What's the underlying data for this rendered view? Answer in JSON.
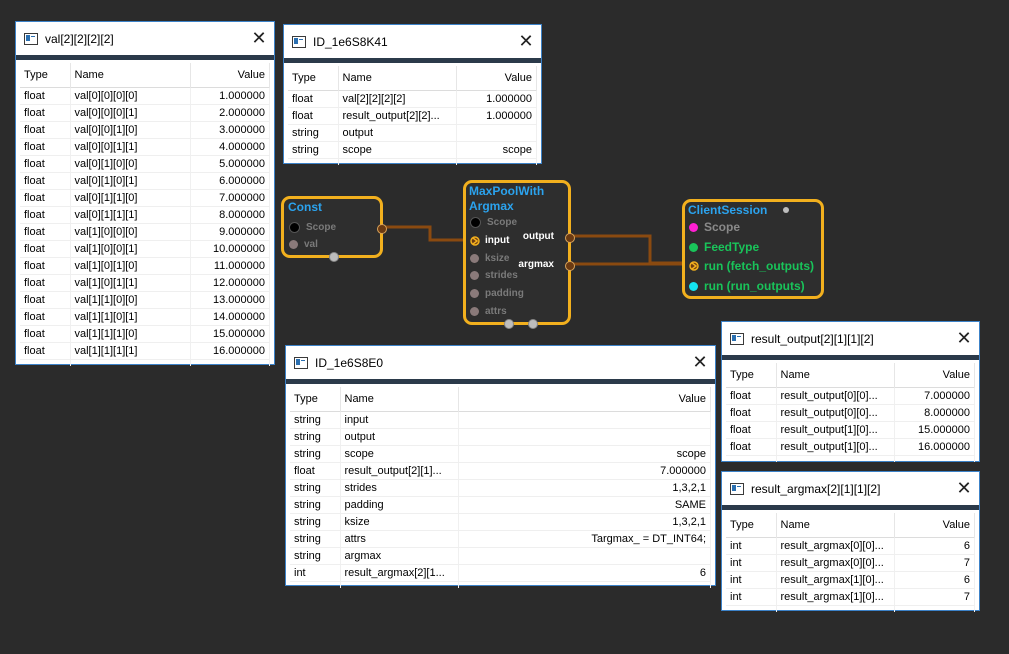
{
  "windows": {
    "val": {
      "title": "val[2][2][2][2]",
      "headers": [
        "Type",
        "Name",
        "Value"
      ],
      "rows": [
        [
          "float",
          "val[0][0][0][0]",
          "1.000000"
        ],
        [
          "float",
          "val[0][0][0][1]",
          "2.000000"
        ],
        [
          "float",
          "val[0][0][1][0]",
          "3.000000"
        ],
        [
          "float",
          "val[0][0][1][1]",
          "4.000000"
        ],
        [
          "float",
          "val[0][1][0][0]",
          "5.000000"
        ],
        [
          "float",
          "val[0][1][0][1]",
          "6.000000"
        ],
        [
          "float",
          "val[0][1][1][0]",
          "7.000000"
        ],
        [
          "float",
          "val[0][1][1][1]",
          "8.000000"
        ],
        [
          "float",
          "val[1][0][0][0]",
          "9.000000"
        ],
        [
          "float",
          "val[1][0][0][1]",
          "10.000000"
        ],
        [
          "float",
          "val[1][0][1][0]",
          "11.000000"
        ],
        [
          "float",
          "val[1][0][1][1]",
          "12.000000"
        ],
        [
          "float",
          "val[1][1][0][0]",
          "13.000000"
        ],
        [
          "float",
          "val[1][1][0][1]",
          "14.000000"
        ],
        [
          "float",
          "val[1][1][1][0]",
          "15.000000"
        ],
        [
          "float",
          "val[1][1][1][1]",
          "16.000000"
        ]
      ]
    },
    "const_id": {
      "title": "ID_1e6S8K41",
      "headers": [
        "Type",
        "Name",
        "Value"
      ],
      "rows": [
        [
          "float",
          "val[2][2][2][2]",
          "1.000000"
        ],
        [
          "float",
          "result_output[2][2]...",
          "1.000000"
        ],
        [
          "string",
          "output",
          ""
        ],
        [
          "string",
          "scope",
          "scope"
        ]
      ]
    },
    "maxpool_id": {
      "title": "ID_1e6S8E0",
      "headers": [
        "Type",
        "Name",
        "Value"
      ],
      "rows": [
        [
          "string",
          "input",
          ""
        ],
        [
          "string",
          "output",
          ""
        ],
        [
          "string",
          "scope",
          "scope"
        ],
        [
          "float",
          "result_output[2][1]...",
          "7.000000"
        ],
        [
          "string",
          "strides",
          "1,3,2,1"
        ],
        [
          "string",
          "padding",
          "SAME"
        ],
        [
          "string",
          "ksize",
          "1,3,2,1"
        ],
        [
          "string",
          "attrs",
          "Targmax_ = DT_INT64;"
        ],
        [
          "string",
          "argmax",
          ""
        ],
        [
          "int",
          "result_argmax[2][1...",
          "6"
        ]
      ]
    },
    "result_output": {
      "title": "result_output[2][1][1][2]",
      "headers": [
        "Type",
        "Name",
        "Value"
      ],
      "rows": [
        [
          "float",
          "result_output[0][0]...",
          "7.000000"
        ],
        [
          "float",
          "result_output[0][0]...",
          "8.000000"
        ],
        [
          "float",
          "result_output[1][0]...",
          "15.000000"
        ],
        [
          "float",
          "result_output[1][0]...",
          "16.000000"
        ]
      ]
    },
    "result_argmax": {
      "title": "result_argmax[2][1][1][2]",
      "headers": [
        "Type",
        "Name",
        "Value"
      ],
      "rows": [
        [
          "int",
          "result_argmax[0][0]...",
          "6"
        ],
        [
          "int",
          "result_argmax[0][0]...",
          "7"
        ],
        [
          "int",
          "result_argmax[1][0]...",
          "6"
        ],
        [
          "int",
          "result_argmax[1][0]...",
          "7"
        ]
      ]
    }
  },
  "nodes": {
    "const": {
      "title": "Const",
      "pins": [
        "Scope",
        "val"
      ]
    },
    "maxpool": {
      "title_line1": "MaxPoolWith",
      "title_line2": "Argmax",
      "inputs": [
        "Scope",
        "input",
        "ksize",
        "strides",
        "padding",
        "attrs"
      ],
      "outputs": [
        "output",
        "argmax"
      ]
    },
    "session": {
      "title": "ClientSession",
      "pins": [
        "Scope",
        "FeedType",
        "run (fetch_outputs)",
        "run (run_outputs)"
      ]
    }
  },
  "colors": {
    "node_border": "#f2b01e",
    "title_blue": "#2ba3ee",
    "wire": "#8a4a10",
    "pin_green": "#19c45a",
    "pin_magenta": "#ff1fd3",
    "pin_cyan": "#14e3f0"
  }
}
